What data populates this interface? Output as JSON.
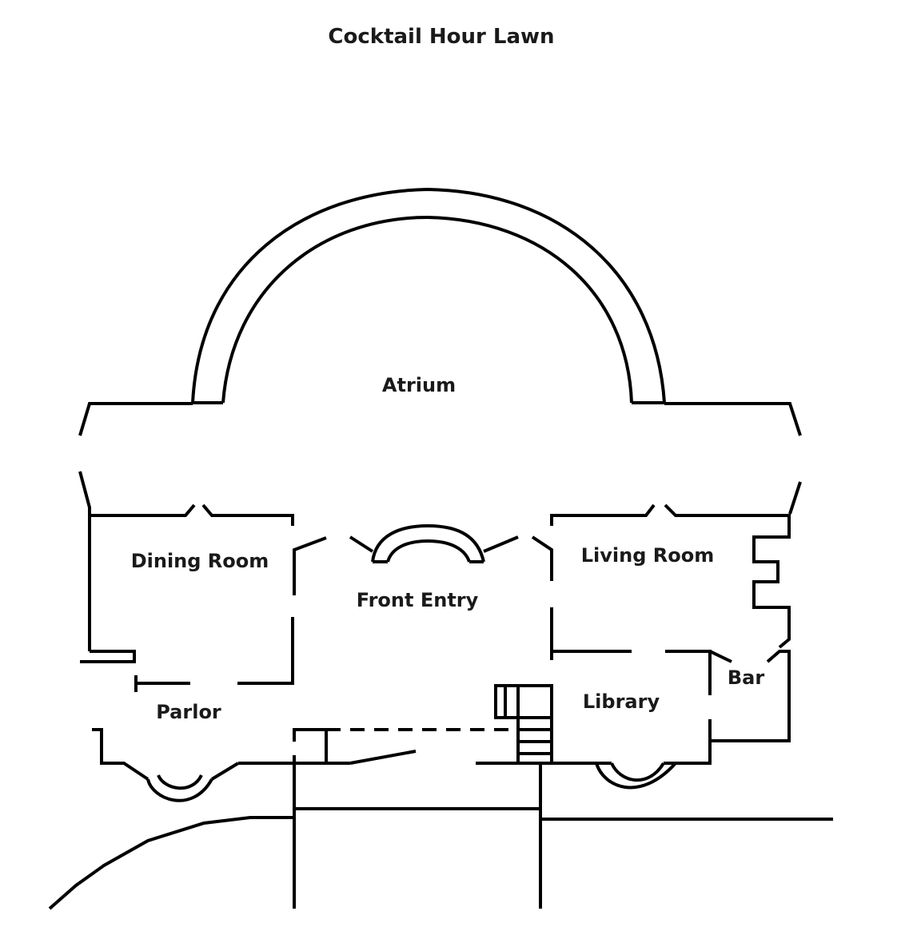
{
  "title": "Cocktail Hour Lawn",
  "rooms": {
    "atrium": "Atrium",
    "dining_room": "Dining Room",
    "front_entry": "Front Entry",
    "living_room": "Living Room",
    "parlor": "Parlor",
    "library": "Library",
    "bar": "Bar"
  },
  "colors": {
    "line": "#000000",
    "text": "#1a1a1a",
    "background": "#ffffff"
  }
}
